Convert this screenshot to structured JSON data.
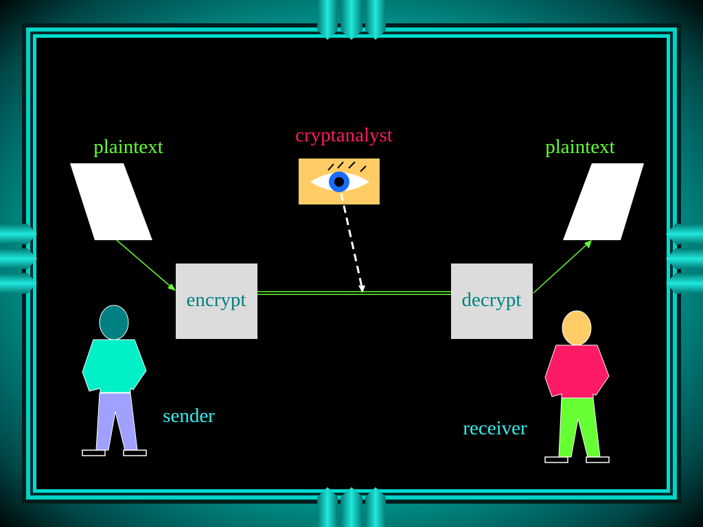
{
  "labels": {
    "plaintext_left": "plaintext",
    "plaintext_right": "plaintext",
    "cryptanalyst": "cryptanalyst",
    "encrypt": "encrypt",
    "decrypt": "decrypt",
    "sender": "sender",
    "receiver": "receiver"
  },
  "colors": {
    "frame_teal": "#00c8be",
    "frame_bright": "#33f0e0",
    "plaintext_label": "#66ff33",
    "cryptanalyst_label": "#ff1a66",
    "box_fill": "#dcdcdc",
    "box_text": "#008080",
    "person_label": "#33f0f0",
    "eye_box": "#ffcc66",
    "channel_line": "#66ff33"
  },
  "icons": {
    "eye": "eye-icon",
    "sender": "person-icon",
    "receiver": "person-icon",
    "document": "document-icon"
  }
}
